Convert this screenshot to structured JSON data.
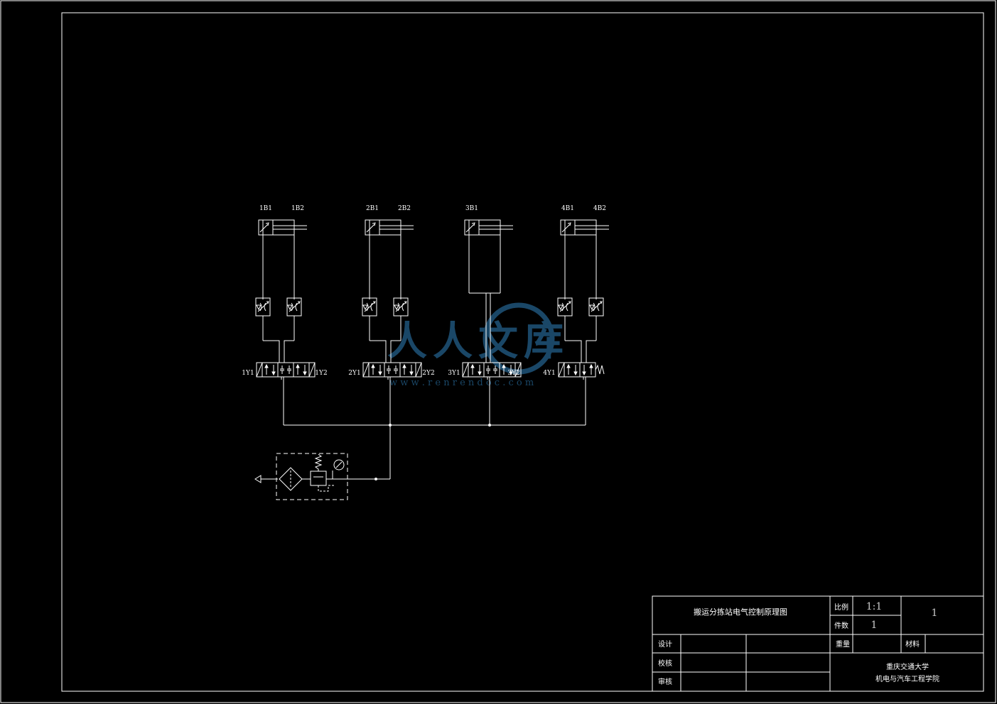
{
  "cylinders": [
    {
      "labels": [
        "1B1",
        "1B2"
      ]
    },
    {
      "labels": [
        "2B1",
        "2B2"
      ]
    },
    {
      "labels": [
        "3B1"
      ]
    },
    {
      "labels": [
        "4B1",
        "4B2"
      ]
    }
  ],
  "valves": [
    {
      "left": "1Y1",
      "right": "1Y2"
    },
    {
      "left": "2Y1",
      "right": "2Y2"
    },
    {
      "left": "3Y1",
      "right": "3Y2"
    },
    {
      "left": "4Y1",
      "right": ""
    }
  ],
  "title_block": {
    "drawing_title": "搬运分拣站电气控制原理图",
    "scale_label": "比例",
    "scale_value": "1:1",
    "count_label": "件数",
    "count_value": "1",
    "sheet_value": "1",
    "weight_label": "重量",
    "material_label": "材料",
    "design_label": "设计",
    "check_label": "校核",
    "review_label": "审核",
    "school": "重庆交通大学",
    "college": "机电与汽车工程学院"
  },
  "watermark": {
    "text": "人人文库",
    "url": "w w w . r e n r e n d o c . c o m"
  },
  "colors": {
    "line": "#ffffff",
    "watermark": "#1d4f73"
  }
}
